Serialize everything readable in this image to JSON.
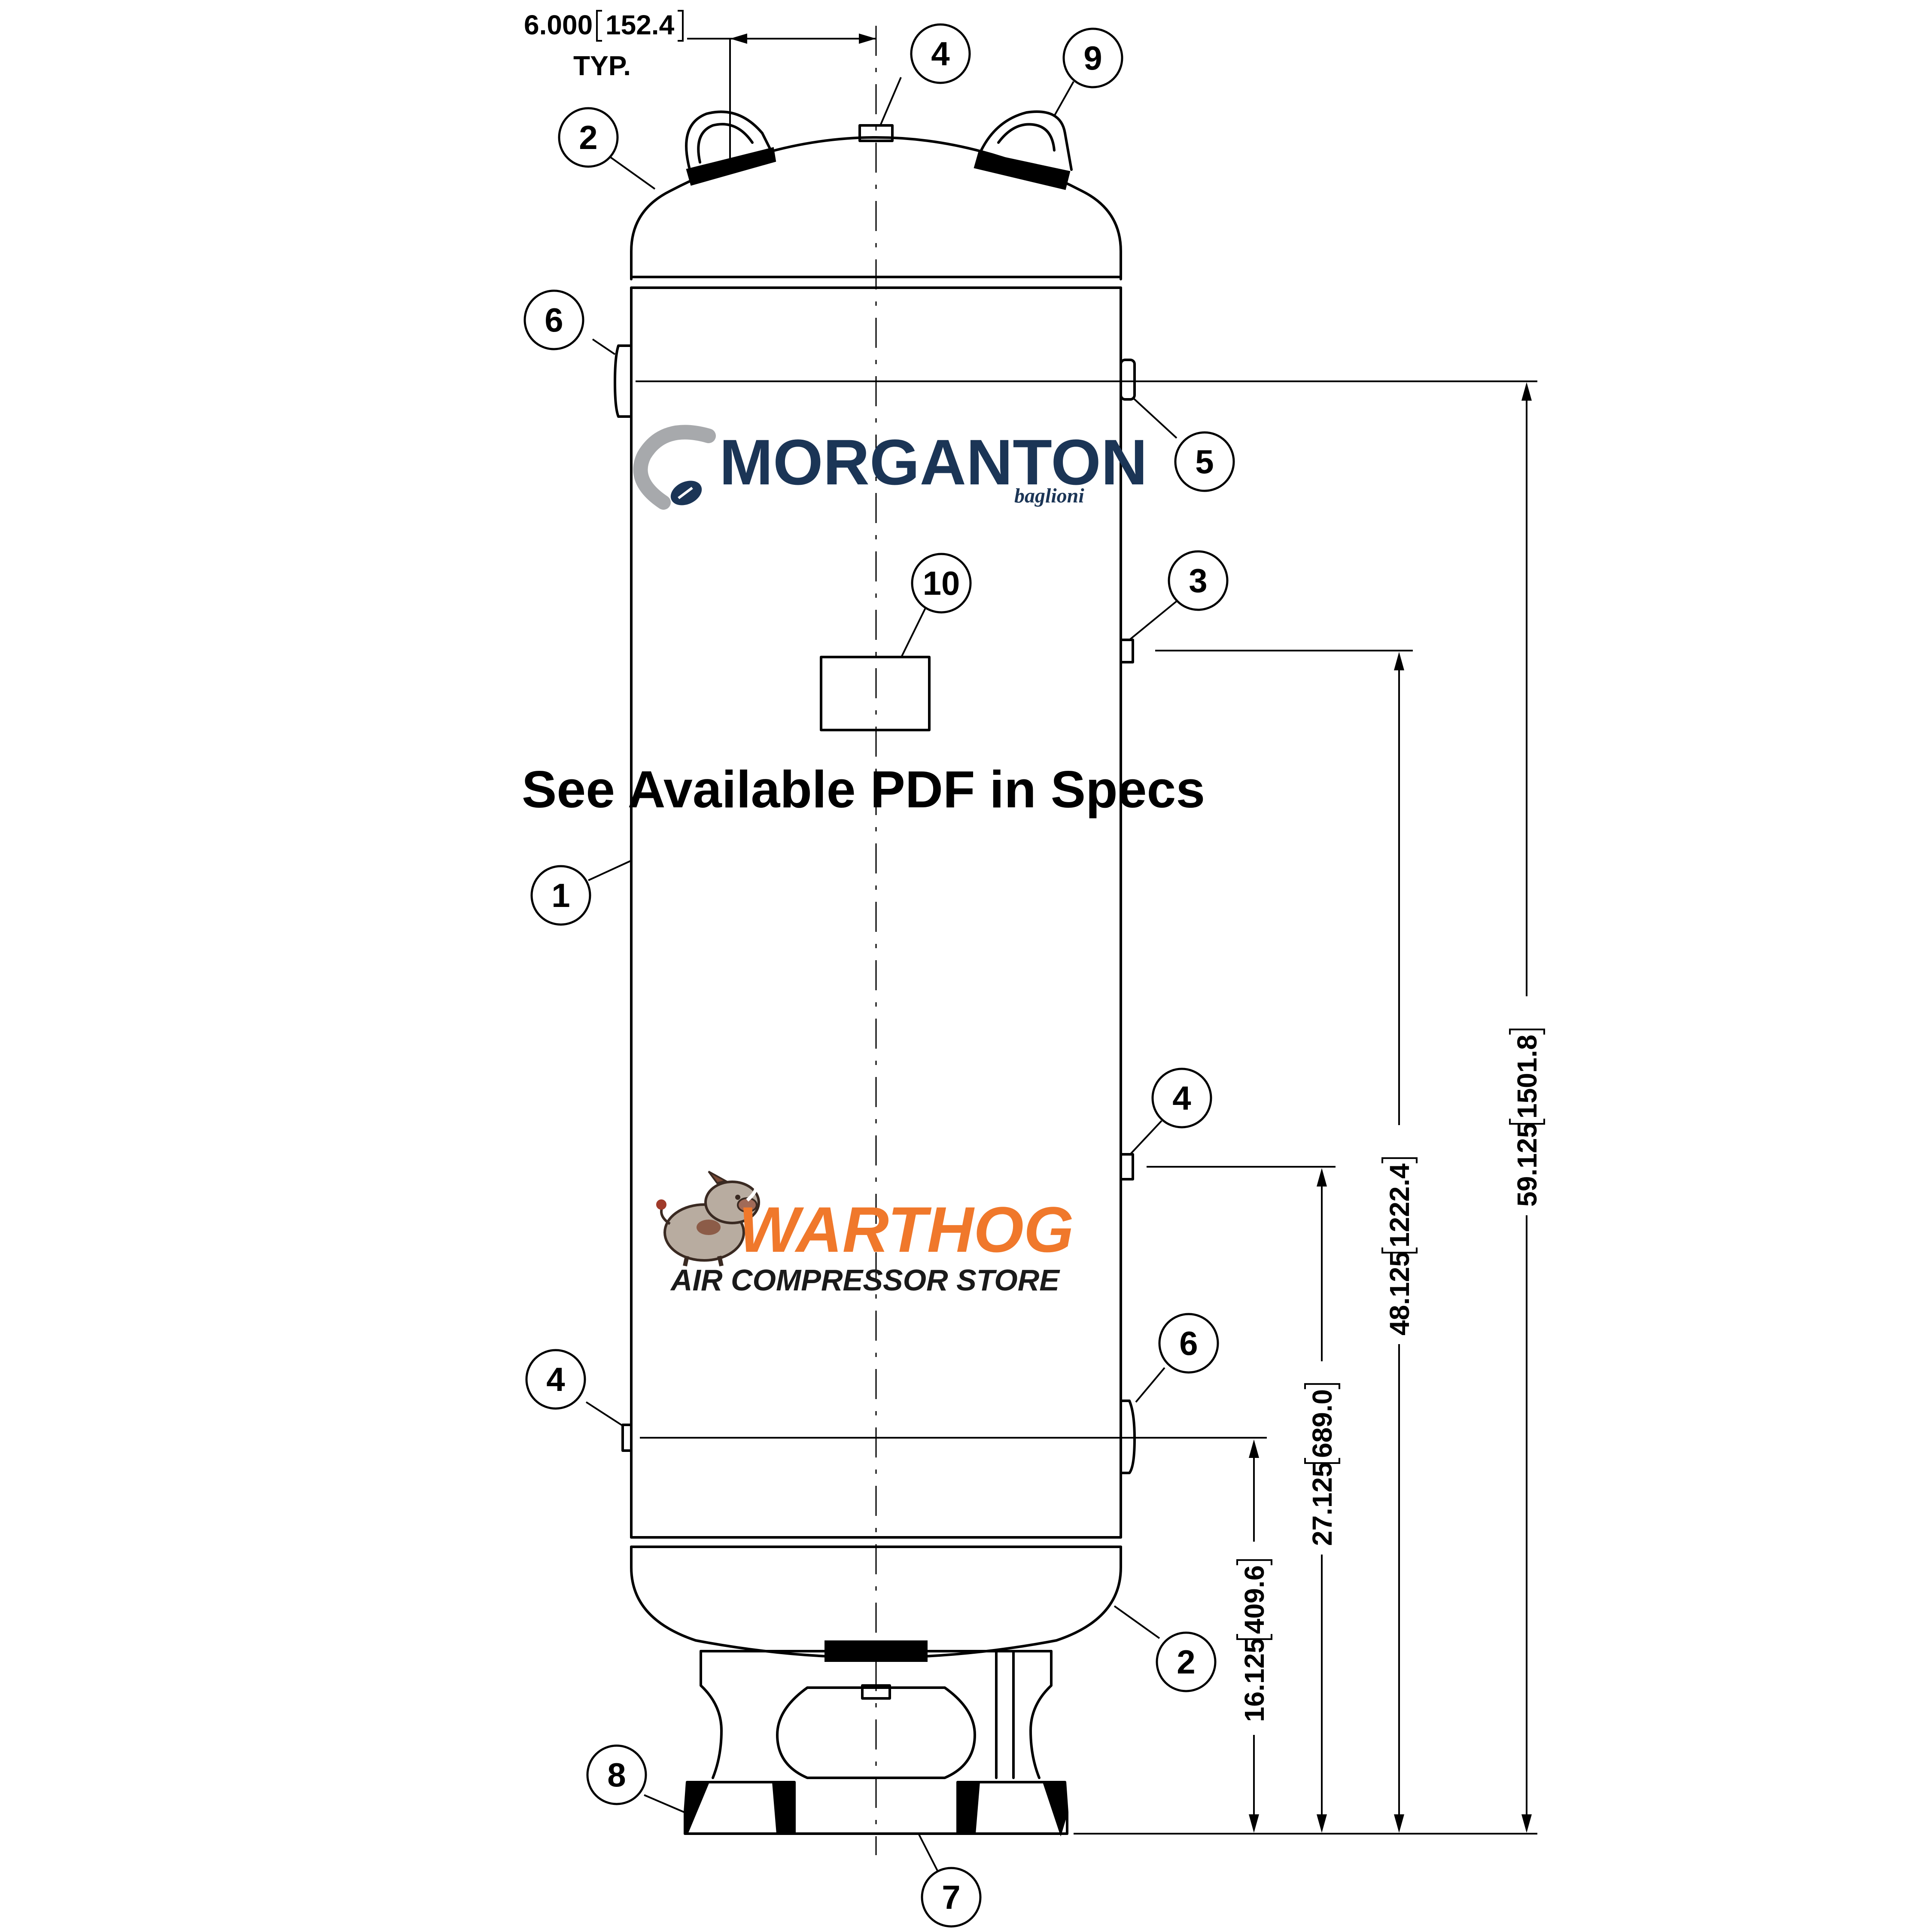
{
  "notice": "See Available PDF in Specs",
  "top_dim": {
    "value": "6.000",
    "metric": "152.4",
    "note": "TYP."
  },
  "dims": [
    {
      "id": "d1",
      "value": "16.125",
      "metric": "409.6"
    },
    {
      "id": "d2",
      "value": "27.125",
      "metric": "689.0"
    },
    {
      "id": "d3",
      "value": "48.125",
      "metric": "1222.4"
    },
    {
      "id": "d4",
      "value": "59.125",
      "metric": "1501.8"
    }
  ],
  "balloons": [
    "1",
    "2",
    "2",
    "3",
    "4",
    "4",
    "4",
    "5",
    "6",
    "6",
    "7",
    "8",
    "9",
    "10"
  ],
  "logos": {
    "morganton": "MORGANTON",
    "morganton_sub": "baglioni",
    "warthog": "WARTHOG",
    "warthog_sub": "AIR COMPRESSOR STORE"
  },
  "colors": {
    "morganton_navy": "#1b3556",
    "morganton_gray": "#a7a9ac",
    "warthog_orange": "#f0782b",
    "line": "#000000"
  },
  "icons": [
    "morganton-swirl-icon",
    "warthog-mascot-icon"
  ]
}
